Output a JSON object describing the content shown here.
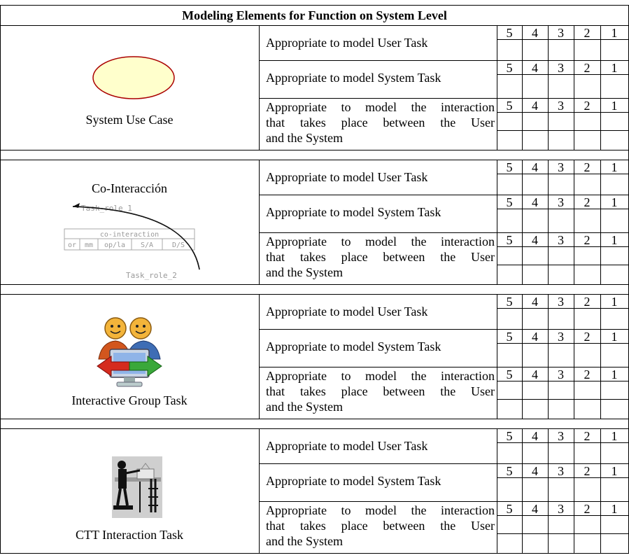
{
  "title": "Modeling Elements for Function on System Level",
  "criteria": [
    "Appropriate to model User Task",
    "Appropriate to model System Task",
    "Appropriate to model the interaction that takes place between the User and the System"
  ],
  "criteria_lines": {
    "c3_line1": "Appropriate to model the interaction",
    "c3_line2": "that takes place between the User",
    "c3_line3": "and the System"
  },
  "scale": [
    "5",
    "4",
    "3",
    "2",
    "1"
  ],
  "elements": [
    {
      "label": "System Use Case",
      "icon": "use-case-ellipse-icon"
    },
    {
      "label": "Co-Interacción",
      "icon": "co-interaction-diagram-icon",
      "diagram": {
        "role1": "Task_role_1",
        "role2": "Task_role_2",
        "box_title": "co-interaction",
        "cells": [
          "or",
          "mm",
          "op/la",
          "S/A",
          "D/S"
        ]
      }
    },
    {
      "label": "Interactive Group Task",
      "icon": "interactive-group-task-icon"
    },
    {
      "label": "CTT Interaction Task",
      "icon": "ctt-interaction-task-icon"
    }
  ],
  "colors": {
    "ellipse_fill": "#ffffcc",
    "ellipse_stroke": "#aa0000",
    "border": "#000000"
  }
}
